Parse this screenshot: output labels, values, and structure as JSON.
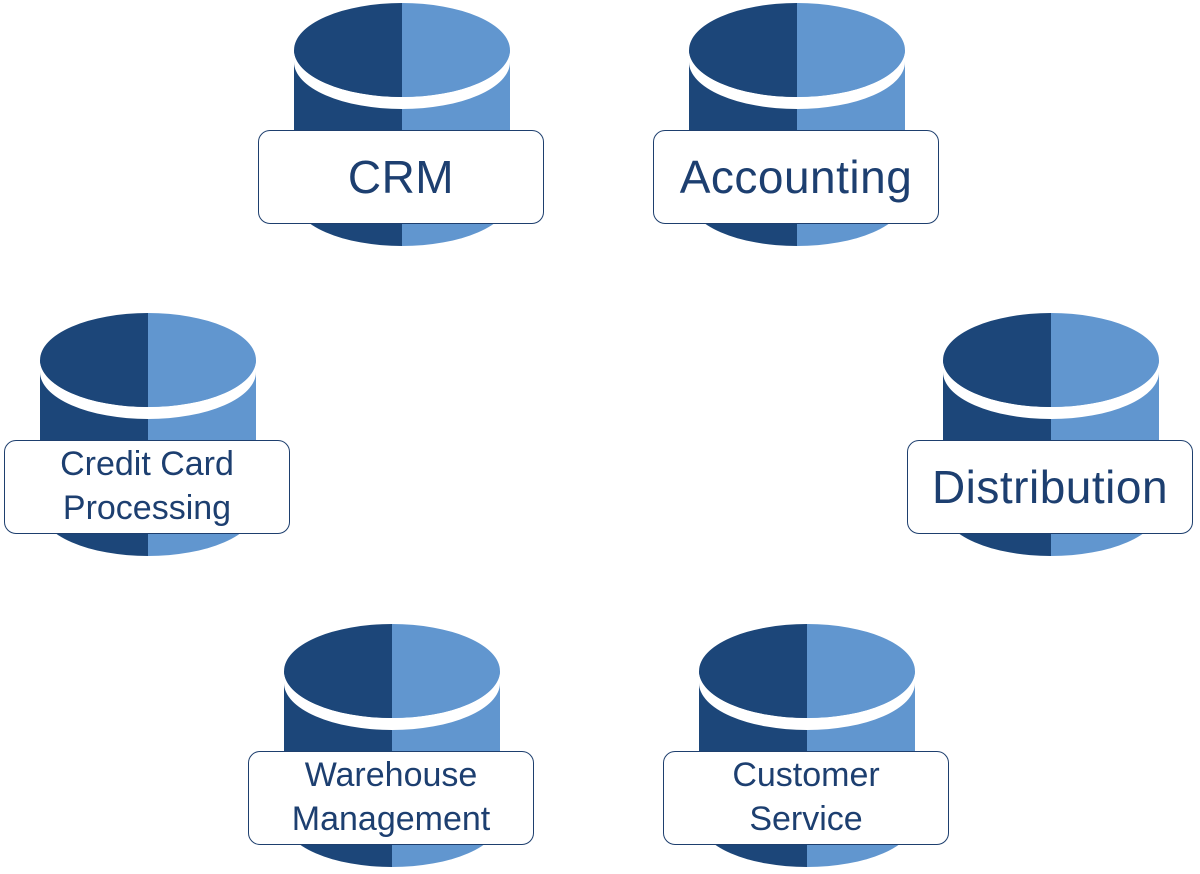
{
  "colors": {
    "dark_blue": "#1c4679",
    "light_blue": "#6196cf",
    "text": "#1d3f70",
    "border": "#1e3f6e"
  },
  "nodes": [
    {
      "id": "crm",
      "label": "CRM",
      "icon": "database-icon"
    },
    {
      "id": "accounting",
      "label": "Accounting",
      "icon": "database-icon"
    },
    {
      "id": "credit-card-processing",
      "label": "Credit Card\nProcessing",
      "icon": "database-icon"
    },
    {
      "id": "distribution",
      "label": "Distribution",
      "icon": "database-icon"
    },
    {
      "id": "warehouse-management",
      "label": "Warehouse\nManagement",
      "icon": "database-icon"
    },
    {
      "id": "customer-service",
      "label": "Customer\nService",
      "icon": "database-icon"
    }
  ]
}
